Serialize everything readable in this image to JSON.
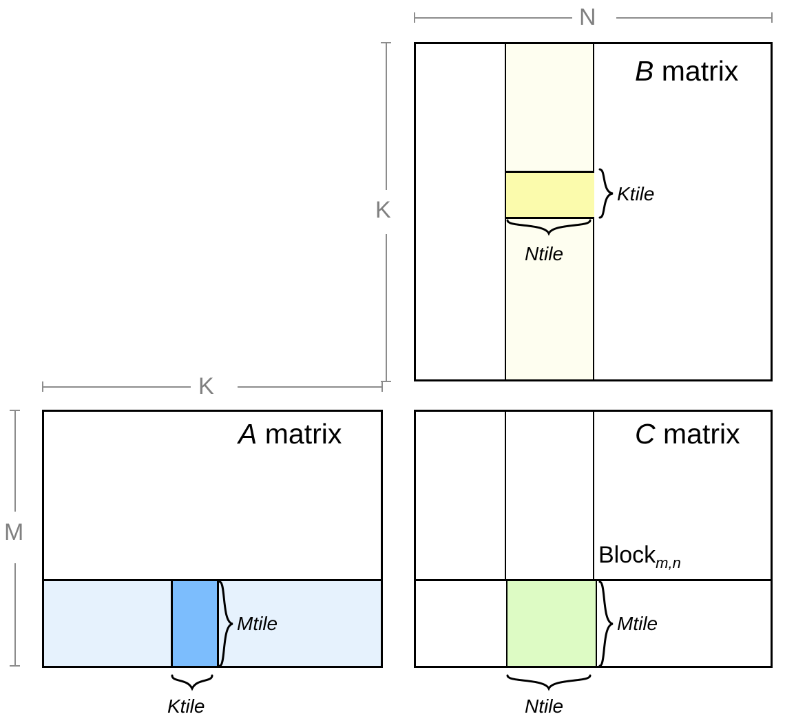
{
  "diagram": {
    "title_hidden": "Tiled matrix multiplication block diagram",
    "dimensions": {
      "n_label": "N",
      "k_label_vertical": "K",
      "k_label_horizontal": "K",
      "m_label": "M"
    },
    "matrices": [
      {
        "id": "b",
        "title_italic": "B",
        "title_rest": " matrix",
        "tile_color": "#fbfbac",
        "strip_color": "#fefef0",
        "labels": {
          "ktile": "Ktile",
          "ntile": "Ntile"
        }
      },
      {
        "id": "a",
        "title_italic": "A",
        "title_rest": " matrix",
        "tile_color": "#7cbdfd",
        "strip_color": "#e6f2fd",
        "labels": {
          "mtile": "Mtile",
          "ktile": "Ktile"
        }
      },
      {
        "id": "c",
        "title_italic": "C",
        "title_rest": " matrix",
        "tile_color": "#ddfbc4",
        "strip_color": "#ffffff",
        "labels": {
          "mtile": "Mtile",
          "ntile": "Ntile"
        }
      }
    ],
    "annotations": {
      "block_text": "Block",
      "block_subscript": "m,n"
    },
    "colors": {
      "outline": "#000000",
      "ruler": "#8c8c8c",
      "dim_text": "#808080",
      "background": "#ffffff"
    }
  }
}
